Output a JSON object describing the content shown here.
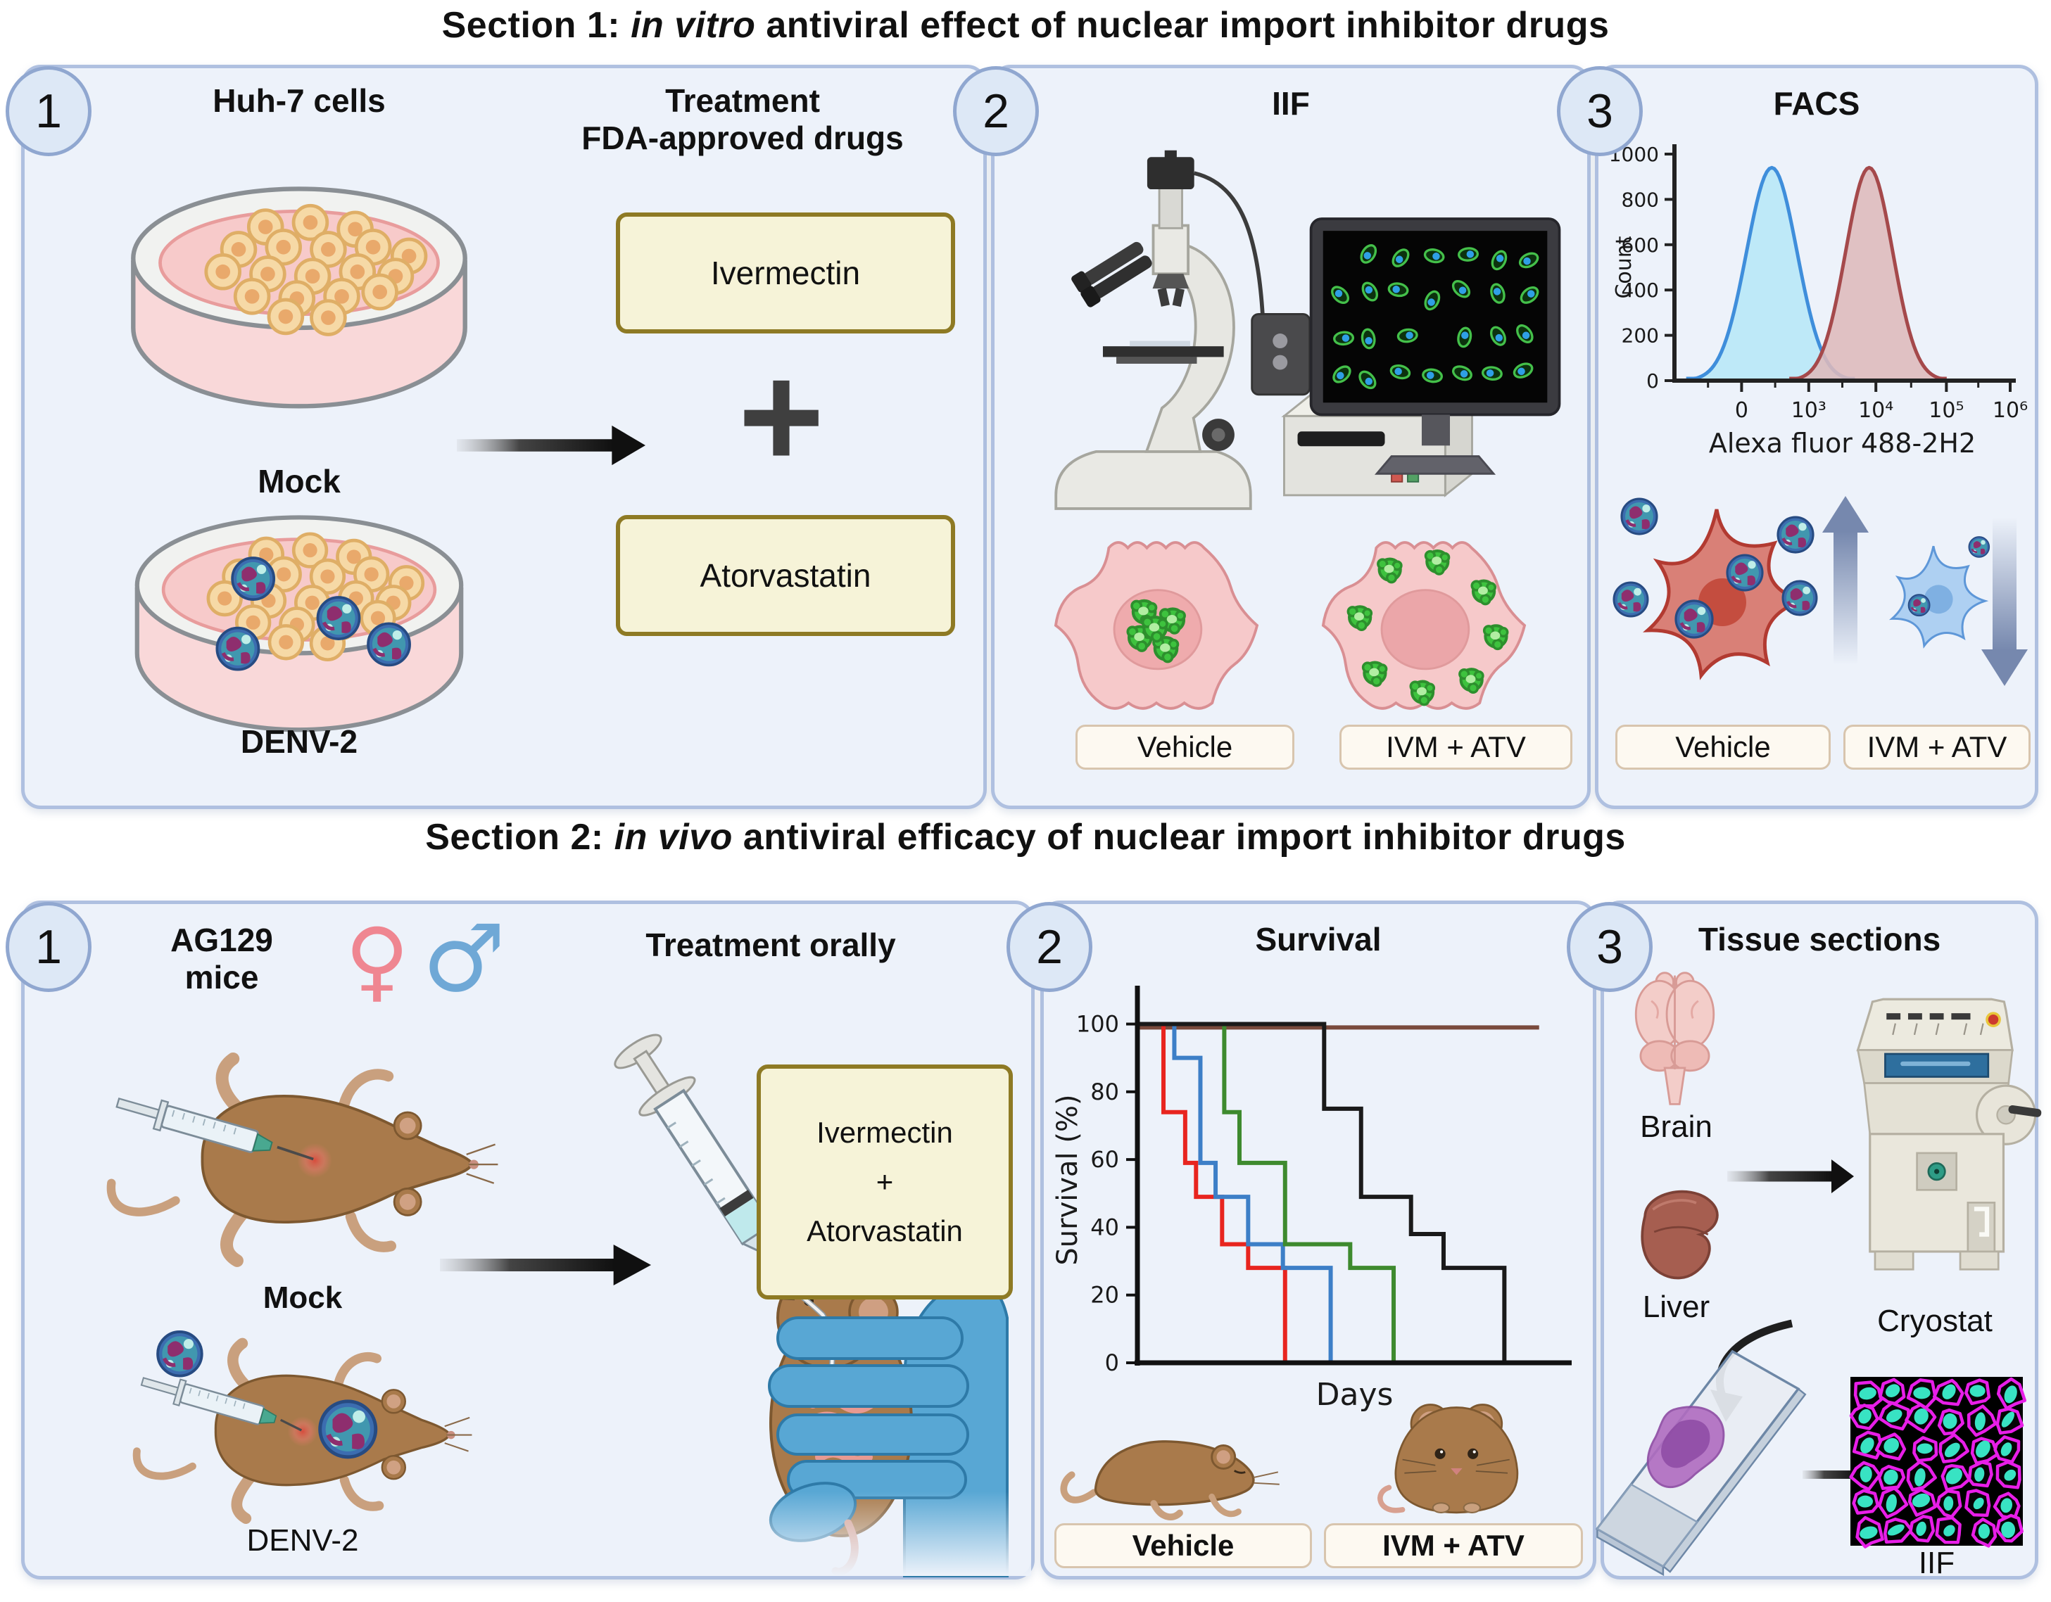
{
  "colors": {
    "page_bg": "#ffffff",
    "panel_bg": "#edf2fa",
    "panel_border": "#afc0e0",
    "badge_bg": "#dde8f6",
    "badge_border": "#90a7d0",
    "drug_box_bg": "#f6f3d8",
    "drug_box_border": "#8e7a24",
    "tag_bg": "#fdf9f1",
    "tag_border": "#d8c5ae",
    "arrow_dark": "#1c1c1c",
    "female_pink": "#ef8691",
    "male_blue": "#6fa8d6",
    "mouse_brown": "#a97a4b",
    "virus_blue": "#3c6db0",
    "signal_green": "#3ec23e",
    "iif_magenta": "#e81ee8",
    "iif_teal": "#38e3c3"
  },
  "section1": {
    "title_prefix": "Section 1: ",
    "title_italic": "in vitro",
    "title_suffix": " antiviral effect of nuclear import inhibitor drugs",
    "panel1": {
      "number": "1",
      "cells_heading": "Huh-7 cells",
      "treatment_heading_line1": "Treatment",
      "treatment_heading_line2": "FDA-approved drugs",
      "dish_mock_label": "Mock",
      "dish_denv_label": "DENV-2",
      "drug1": "Ivermectin",
      "plus_sign": "+",
      "drug2": "Atorvastatin"
    },
    "panel2": {
      "number": "2",
      "heading": "IIF",
      "vehicle_label": "Vehicle",
      "treated_label": "IVM + ATV"
    },
    "panel3": {
      "number": "3",
      "heading": "FACS",
      "vehicle_label": "Vehicle",
      "treated_label": "IVM + ATV"
    }
  },
  "section2": {
    "title_prefix": "Section 2: ",
    "title_italic": "in vivo",
    "title_suffix": " antiviral efficacy of nuclear import inhibitor drugs",
    "panel1": {
      "number": "1",
      "mice_heading_line1": "AG129",
      "mice_heading_line2": "mice",
      "female_symbol": "♀",
      "male_symbol": "♂",
      "mouse_mock_label": "Mock",
      "mouse_denv_label": "DENV-2",
      "treatment_heading": "Treatment orally",
      "drug_box_line1": "Ivermectin",
      "drug_box_line2": "+",
      "drug_box_line3": "Atorvastatin"
    },
    "panel2": {
      "number": "2",
      "heading": "Survival",
      "vehicle_label": "Vehicle",
      "treated_label": "IVM + ATV"
    },
    "panel3": {
      "number": "3",
      "heading": "Tissue sections",
      "brain_label": "Brain",
      "liver_label": "Liver",
      "cryostat_label": "Cryostat",
      "iif_label": "IIF"
    }
  },
  "chart_data": [
    {
      "id": "facs",
      "type": "area",
      "title": "FACS",
      "xlabel": "Alexa fluor 488-2H2",
      "ylabel": "Count",
      "ylim": [
        0,
        1000
      ],
      "y_ticks": [
        0,
        200,
        400,
        600,
        800,
        1000
      ],
      "x_ticks": [
        {
          "label": "0",
          "pos": 0.2
        },
        {
          "label": "10³",
          "pos": 0.4
        },
        {
          "label": "10⁴",
          "pos": 0.6
        },
        {
          "label": "10⁵",
          "pos": 0.81
        },
        {
          "label": "10⁶",
          "pos": 1.0
        }
      ],
      "x_minor_ticks": [
        0.1,
        0.3,
        0.5,
        0.705,
        0.905
      ],
      "grid": false,
      "legend": "none",
      "series": [
        {
          "name": "IVM + ATV (low Alexa fluor 488-2H2 signal)",
          "line_color": "#3f8edb",
          "fill_color": "#b7e7f7",
          "peak_center": 0.29,
          "peak_height": 940,
          "sigma": 0.075
        },
        {
          "name": "Vehicle (high Alexa fluor 488-2H2 signal)",
          "line_color": "#a5494b",
          "fill_color": "#debabb",
          "peak_center": 0.58,
          "peak_height": 940,
          "sigma": 0.07
        }
      ]
    },
    {
      "id": "survival",
      "type": "line",
      "title": "Survival",
      "xlabel": "Days",
      "ylabel": "Survival (%)",
      "ylim": [
        0,
        105
      ],
      "xlim": [
        0,
        20
      ],
      "y_ticks": [
        0,
        20,
        40,
        60,
        80,
        100
      ],
      "x_tick_labels": [],
      "step_interpolation": true,
      "grid": false,
      "legend": "none",
      "series": [
        {
          "name": "flat top curve (brown)",
          "color": "#7a4a3c",
          "points": [
            [
              0,
              99
            ],
            [
              18.5,
              99
            ]
          ]
        },
        {
          "name": "red curve",
          "color": "#e8251f",
          "points": [
            [
              0,
              100
            ],
            [
              1.2,
              100
            ],
            [
              1.2,
              74
            ],
            [
              2.2,
              74
            ],
            [
              2.2,
              59
            ],
            [
              2.7,
              59
            ],
            [
              2.7,
              49
            ],
            [
              3.9,
              49
            ],
            [
              3.9,
              35
            ],
            [
              5.1,
              35
            ],
            [
              5.1,
              28
            ],
            [
              6.8,
              28
            ],
            [
              6.8,
              0
            ]
          ]
        },
        {
          "name": "blue curve",
          "color": "#3d7fc7",
          "points": [
            [
              0,
              100
            ],
            [
              1.7,
              100
            ],
            [
              1.7,
              90
            ],
            [
              2.9,
              90
            ],
            [
              2.9,
              59
            ],
            [
              3.6,
              59
            ],
            [
              3.6,
              49
            ],
            [
              5.1,
              49
            ],
            [
              5.1,
              35
            ],
            [
              6.7,
              35
            ],
            [
              6.7,
              28
            ],
            [
              8.9,
              28
            ],
            [
              8.9,
              0
            ]
          ]
        },
        {
          "name": "green curve",
          "color": "#3e8a2e",
          "points": [
            [
              0,
              100
            ],
            [
              4.0,
              100
            ],
            [
              4.0,
              74
            ],
            [
              4.7,
              74
            ],
            [
              4.7,
              59
            ],
            [
              6.8,
              59
            ],
            [
              6.8,
              35
            ],
            [
              9.8,
              35
            ],
            [
              9.8,
              28
            ],
            [
              11.8,
              28
            ],
            [
              11.8,
              0
            ]
          ]
        },
        {
          "name": "black curve",
          "color": "#1a1a1a",
          "points": [
            [
              0,
              100
            ],
            [
              8.6,
              100
            ],
            [
              8.6,
              75
            ],
            [
              10.3,
              75
            ],
            [
              10.3,
              49
            ],
            [
              12.6,
              49
            ],
            [
              12.6,
              38
            ],
            [
              14.1,
              38
            ],
            [
              14.1,
              28
            ],
            [
              16.9,
              28
            ],
            [
              16.9,
              0
            ]
          ]
        }
      ]
    }
  ]
}
